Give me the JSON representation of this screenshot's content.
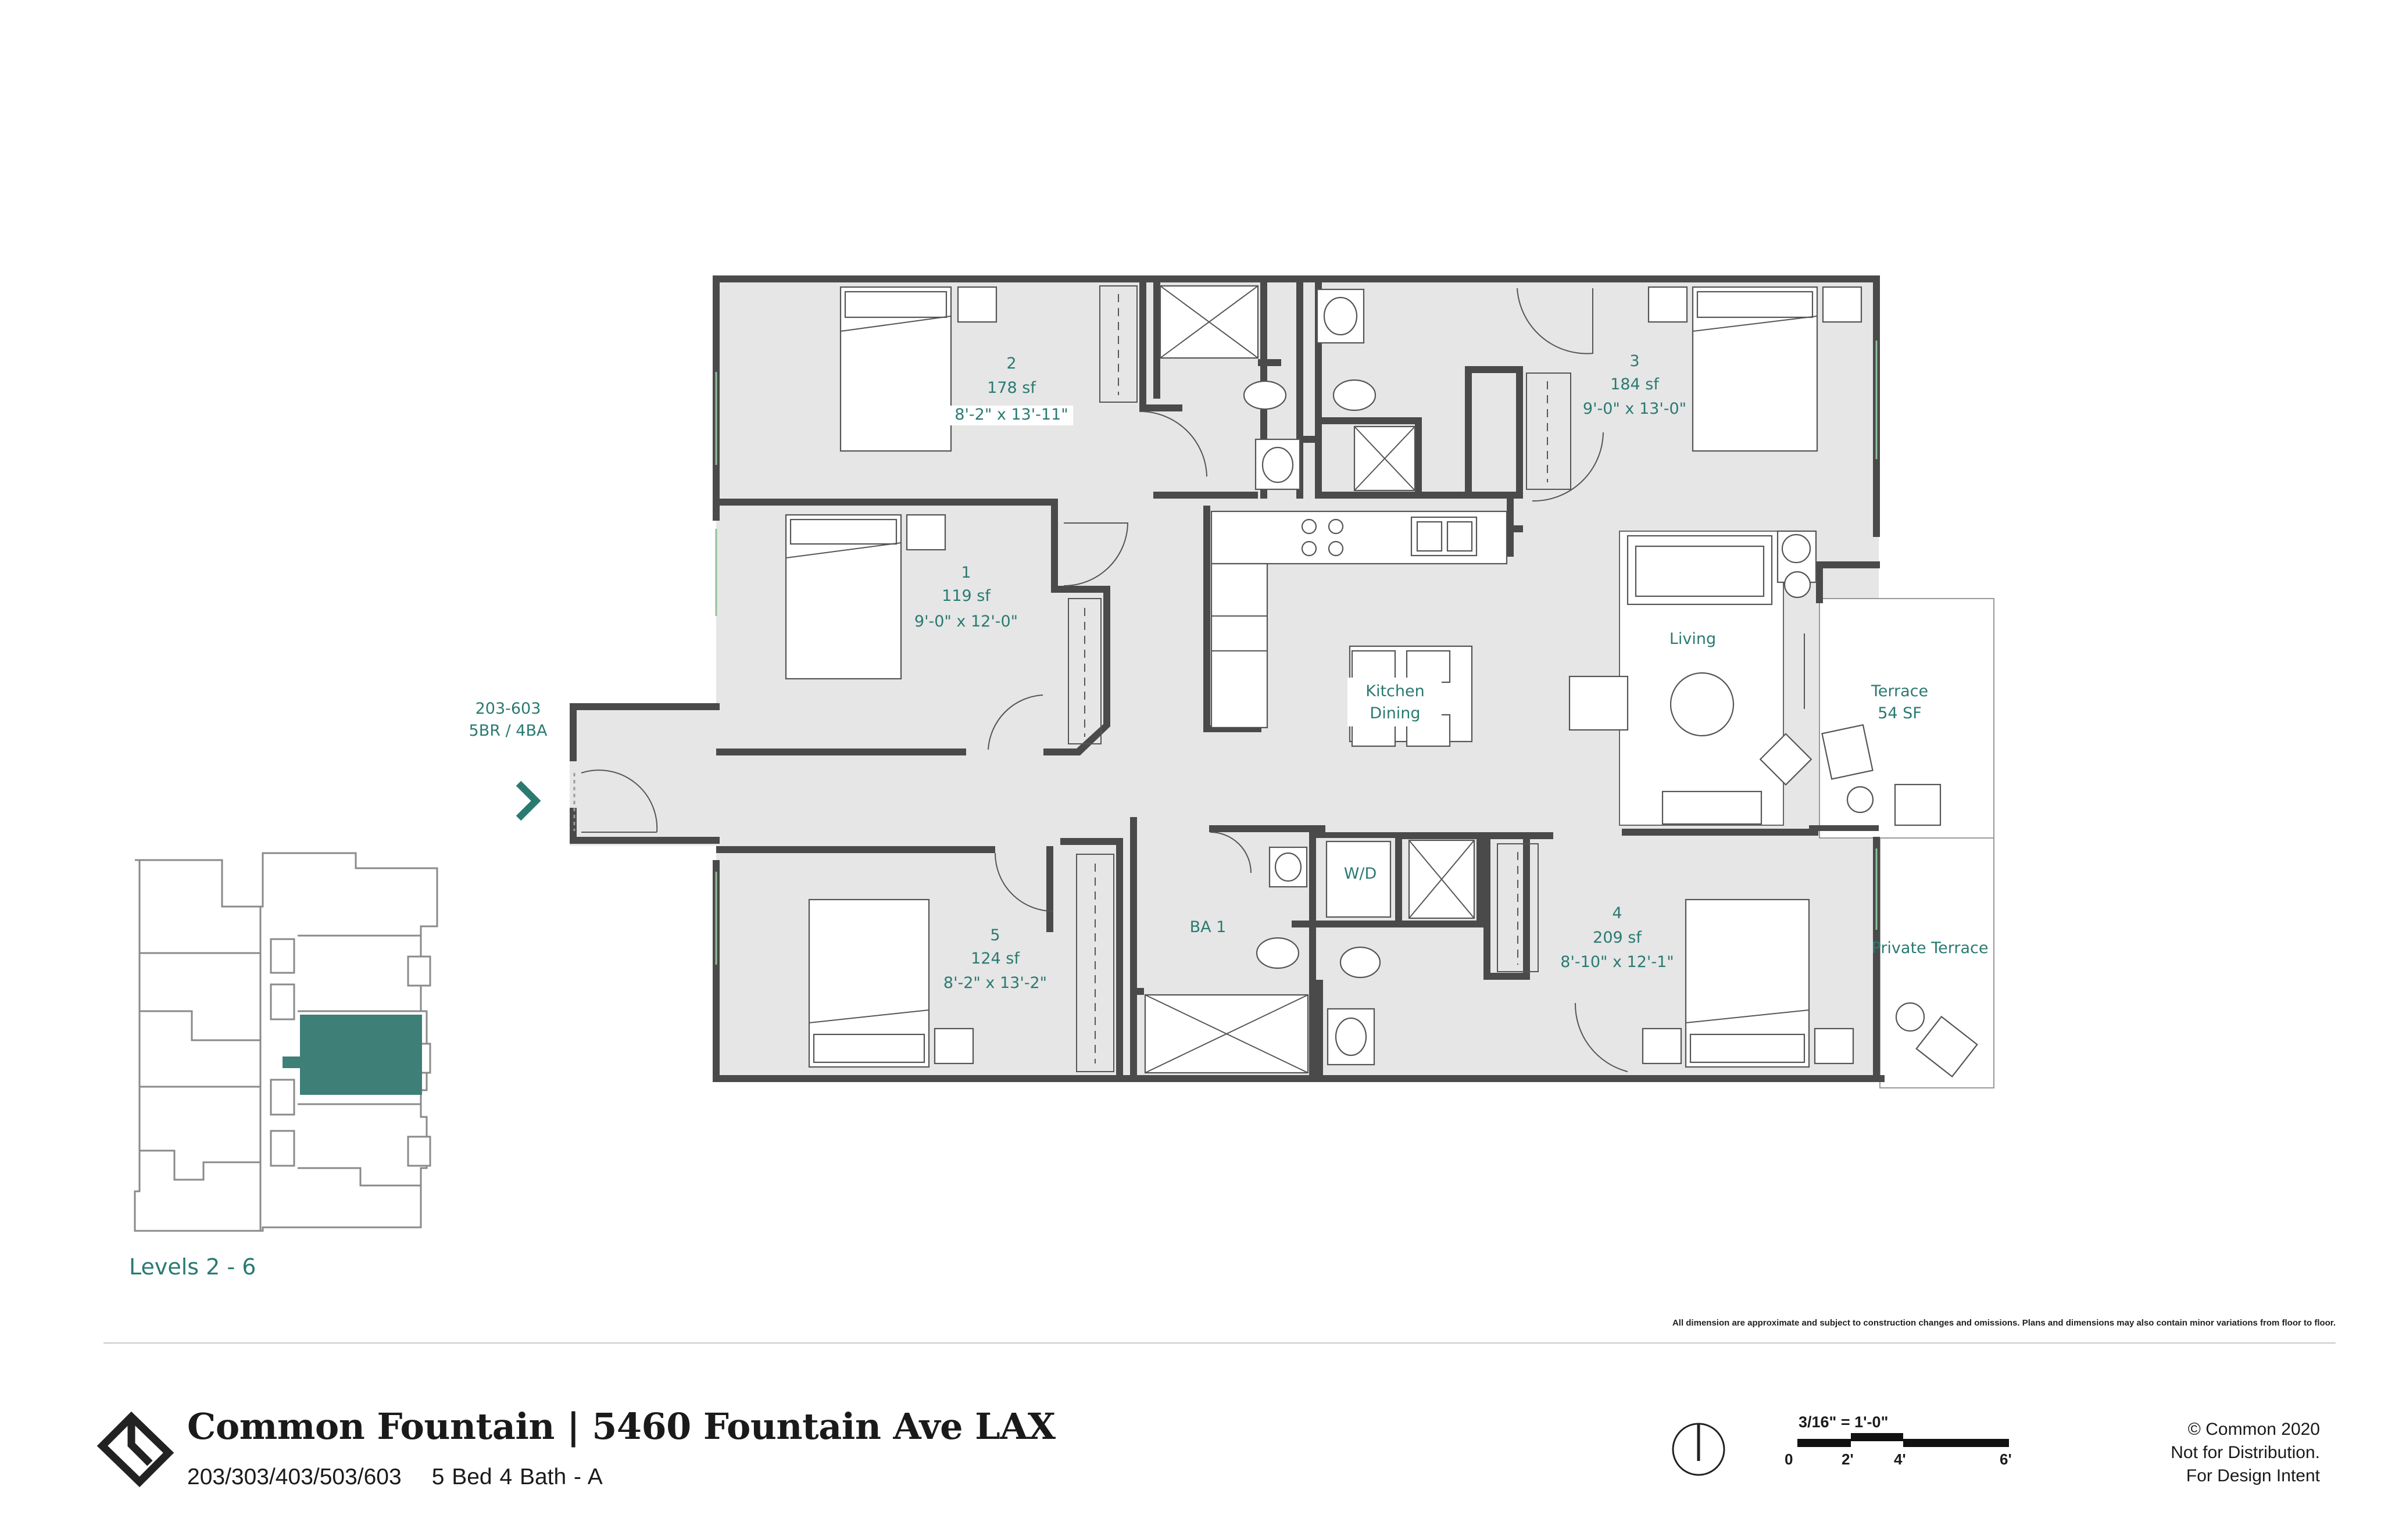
{
  "unit_tag": {
    "units": "203-603",
    "type": "5BR / 4BA"
  },
  "rooms": {
    "bedroom_2": {
      "number": "2",
      "area": "178 sf",
      "dims": "8'-2\" x 13'-11\""
    },
    "bedroom_3": {
      "number": "3",
      "area": "184 sf",
      "dims": "9'-0\" x 13'-0\""
    },
    "bedroom_1": {
      "number": "1",
      "area": "119 sf",
      "dims": "9'-0\" x 12'-0\""
    },
    "bedroom_5": {
      "number": "5",
      "area": "124 sf",
      "dims": "8'-2\" x 13'-2\""
    },
    "bedroom_4": {
      "number": "4",
      "area": "209 sf",
      "dims": "8'-10\" x 12'-1\""
    },
    "kitchen": {
      "line1": "Kitchen",
      "line2": "Dining"
    },
    "living": "Living",
    "terrace": {
      "line1": "Terrace",
      "line2": "54 SF"
    },
    "private_terrace": "Private Terrace",
    "bath_1": "BA 1",
    "laundry": "W/D"
  },
  "key_plan_caption": "Levels 2 - 6",
  "disclaimer": "All dimension are approximate and subject to construction changes and omissions. Plans and dimensions may also contain minor variations from floor to floor.",
  "title": "Common Fountain | 5460 Fountain Ave LAX",
  "subtitle": {
    "units": "203/303/403/503/603",
    "type": "5 Bed 4 Bath - A"
  },
  "scale": {
    "label": "3/16\" = 1'-0\"",
    "ticks": [
      "0",
      "2'",
      "4'",
      "6'"
    ]
  },
  "copyright": {
    "line1": "© Common 2020",
    "line2": "Not for Distribution.",
    "line3": "For Design Intent"
  },
  "colors": {
    "accent": "#2a7a72",
    "wall": "#4a4a4a",
    "floor": "#e6e6e6",
    "key_highlight": "#3e7f78"
  }
}
